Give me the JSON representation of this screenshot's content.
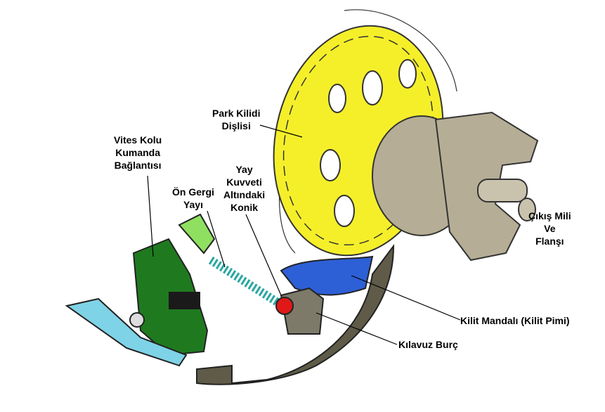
{
  "labels": {
    "park_gear": [
      "Park Kilidi",
      "Dişlisi"
    ],
    "shift_link": [
      "Vites Kolu",
      "Kumanda",
      "Bağlantısı"
    ],
    "pre_spring": [
      "Ön Gergi",
      "Yayı"
    ],
    "cone": [
      "Yay",
      "Kuvveti",
      "Altındaki",
      "Konik"
    ],
    "output_shaft": [
      "Çıkış Mili",
      "Ve",
      "Flanşı"
    ],
    "pawl": "Kilit Mandalı (Kilit Pimi)",
    "guide": "Kılavuz Burç"
  },
  "colors": {
    "gear": "#f5ef2a",
    "flange": "#b5ad95",
    "pawl": "#2d5fd6",
    "linkage": "#1f7a1f",
    "lever": "#7fd3e6",
    "rod": "#5f5b48",
    "spring": "#2aa6a0",
    "cone": "#e01818"
  }
}
